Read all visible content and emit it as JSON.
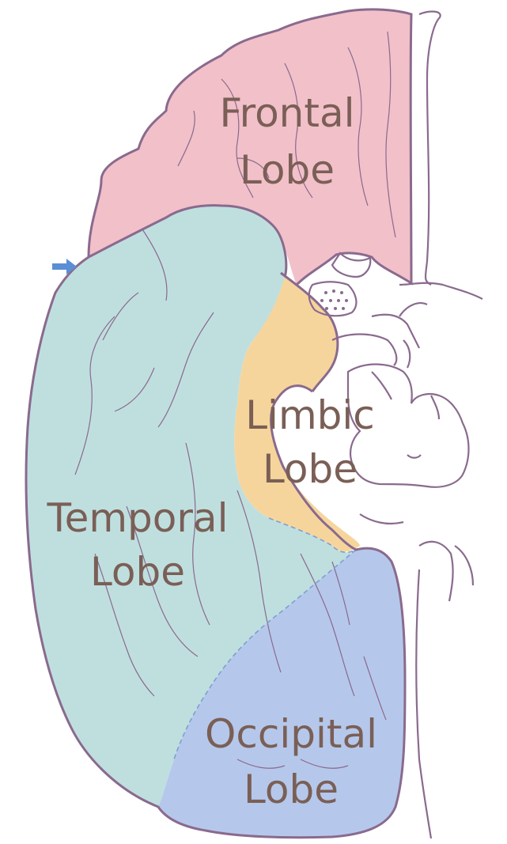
{
  "lobes": {
    "frontal": {
      "line1": "Frontal",
      "line2": "Lobe",
      "color": "#f2c0c9"
    },
    "limbic": {
      "line1": "Limbic",
      "line2": "Lobe",
      "color": "#f6d59d"
    },
    "temporal": {
      "line1": "Temporal",
      "line2": "Lobe",
      "color": "#bfdfdf"
    },
    "occipital": {
      "line1": "Occipital",
      "line2": "Lobe",
      "color": "#b5c8eb"
    }
  },
  "label_color": "#7a5f56",
  "outline_color": "#8a6a8e",
  "arrow_color": "#5a8fd6"
}
